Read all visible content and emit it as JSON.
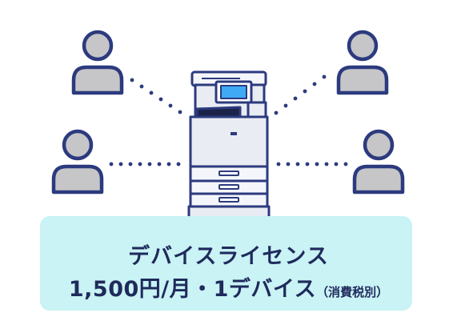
{
  "license": {
    "title": "デバイスライセンス",
    "price": "1,500円/月・1デバイス",
    "tax_note": "（消費税別）"
  },
  "colors": {
    "navy": "#2c3a7e",
    "user_fill": "#c6c6c8",
    "box_fill": "#c9f3f4",
    "text": "#1f2a5c",
    "screen": "#3fa9f5"
  },
  "icons": {
    "user": "person-icon",
    "device": "multifunction-printer-icon"
  }
}
